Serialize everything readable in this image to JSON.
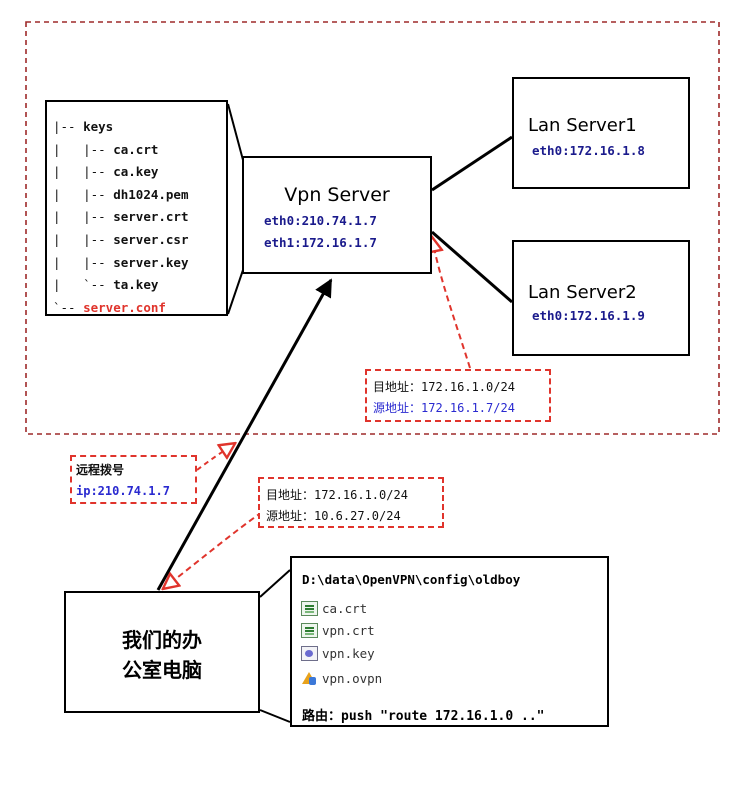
{
  "keys_tree": {
    "lines": [
      {
        "prefix": "|-- ",
        "name": "keys",
        "style": "plain"
      },
      {
        "prefix": "|   |-- ",
        "name": "ca.crt",
        "style": "plain"
      },
      {
        "prefix": "|   |-- ",
        "name": "ca.key",
        "style": "plain"
      },
      {
        "prefix": "|   |-- ",
        "name": "dh1024.pem",
        "style": "plain"
      },
      {
        "prefix": "|   |-- ",
        "name": "server.crt",
        "style": "plain"
      },
      {
        "prefix": "|   |-- ",
        "name": "server.csr",
        "style": "plain"
      },
      {
        "prefix": "|   |-- ",
        "name": "server.key",
        "style": "plain"
      },
      {
        "prefix": "|   `-- ",
        "name": "ta.key",
        "style": "plain"
      },
      {
        "prefix": "`-- ",
        "name": "server.conf",
        "style": "red"
      }
    ]
  },
  "vpn_server": {
    "title": "Vpn Server",
    "eth0": "eth0:210.74.1.7",
    "eth1": "eth1:172.16.1.7"
  },
  "lan_server1": {
    "title": "Lan Server1",
    "eth0": "eth0:172.16.1.8"
  },
  "lan_server2": {
    "title": "Lan Server2",
    "eth0": "eth0:172.16.1.9"
  },
  "note_route_top": {
    "dest": "目地址：172.16.1.0/24",
    "src": "源地址：172.16.1.7/24"
  },
  "note_dial": {
    "title": "远程拨号",
    "ip": "ip:210.74.1.7"
  },
  "note_route_mid": {
    "dest": "目地址：172.16.1.0/24",
    "src": "源地址：10.6.27.0/24"
  },
  "office_pc": {
    "line1": "我们的办",
    "line2": "公室电脑"
  },
  "config_box": {
    "path": "D:\\data\\OpenVPN\\config\\oldboy",
    "files": [
      {
        "name": "ca.crt",
        "icon": "certificate-icon"
      },
      {
        "name": "vpn.crt",
        "icon": "certificate-icon"
      },
      {
        "name": "vpn.key",
        "icon": "key-file-icon"
      },
      {
        "name": "vpn.ovpn",
        "icon": "openvpn-config-icon"
      }
    ],
    "route": "路由：push \"route 172.16.1.0 ..\""
  },
  "colors": {
    "dashed_red": "#e0342c",
    "navy_text": "#1a1a8c",
    "blue_text": "#2a2ad0",
    "line_black": "#000000"
  }
}
